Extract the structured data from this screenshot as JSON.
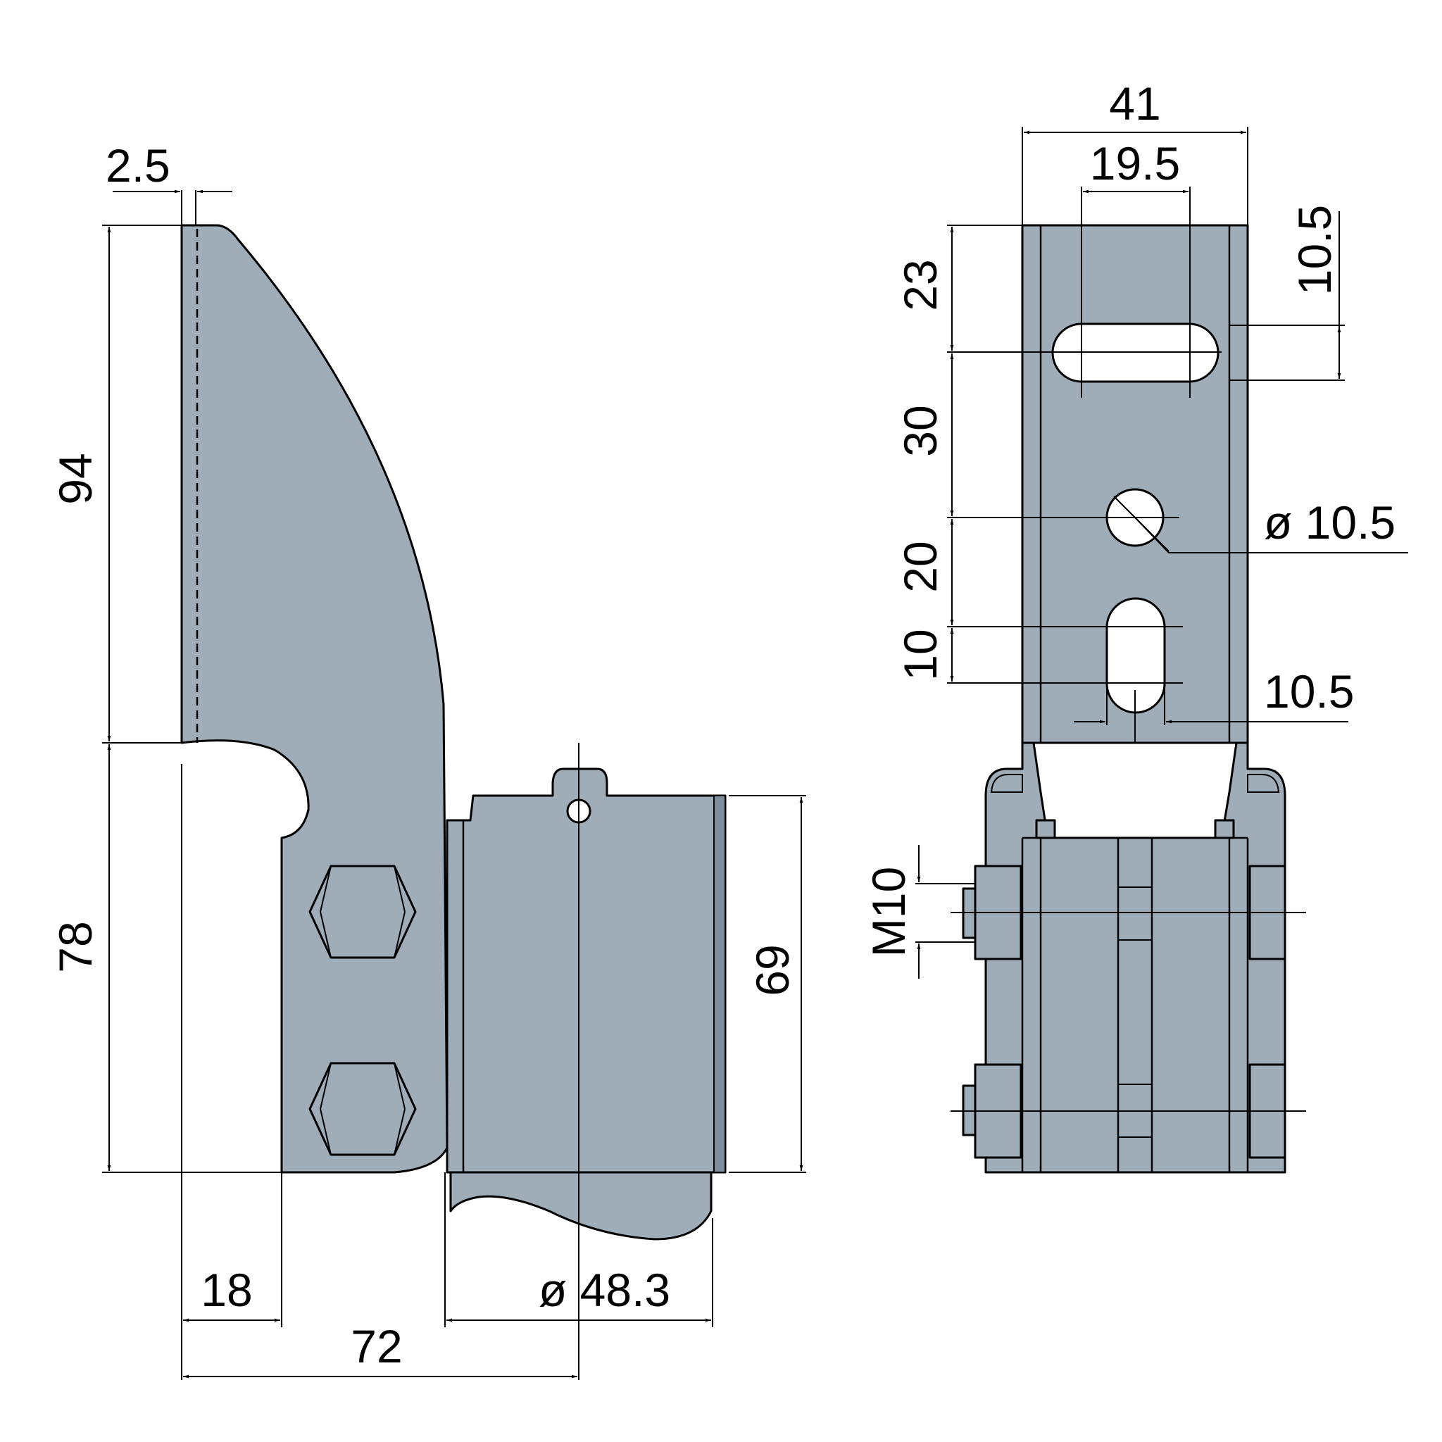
{
  "dimensions": {
    "side_view": {
      "thickness": "2.5",
      "upper_height": "94",
      "lower_height": "78",
      "clamp_height": "69",
      "offset": "18",
      "total_width": "72",
      "pipe_diameter": "ø 48.3"
    },
    "front_view": {
      "width": "41",
      "slot_length": "19.5",
      "top_offset": "23",
      "slot_width_top": "10.5",
      "spacing_1": "30",
      "hole_diameter": "ø 10.5",
      "spacing_2": "20",
      "spacing_3": "10",
      "slot_width_bottom": "10.5",
      "bolt_size": "M10"
    }
  },
  "colors": {
    "part_fill": "#9eadb8",
    "line": "#000000",
    "background": "#ffffff"
  }
}
